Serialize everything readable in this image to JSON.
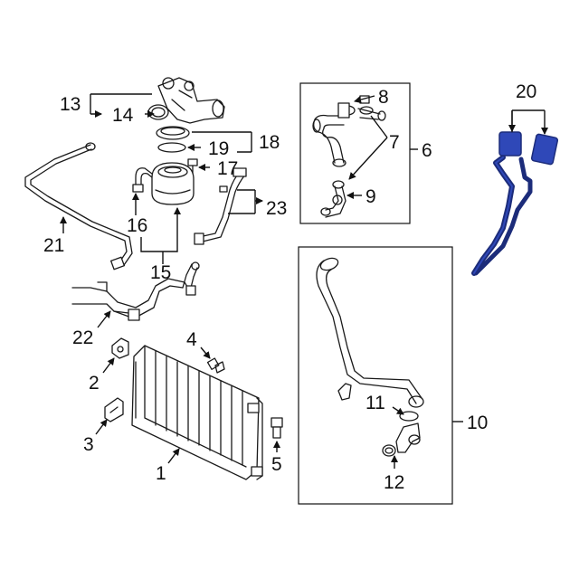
{
  "callouts": {
    "c1": "1",
    "c2": "2",
    "c3": "3",
    "c4": "4",
    "c5": "5",
    "c6": "6",
    "c7": "7",
    "c8": "8",
    "c9": "9",
    "c10": "10",
    "c11": "11",
    "c12": "12",
    "c13": "13",
    "c14": "14",
    "c15": "15",
    "c16": "16",
    "c17": "17",
    "c18": "18",
    "c19": "19",
    "c20": "20",
    "c21": "21",
    "c22": "22",
    "c23": "23"
  },
  "colors": {
    "highlight": "#2f48b8",
    "highlight_dark": "#1c2c7a",
    "line": "#1a1a1a",
    "background": "#ffffff"
  }
}
